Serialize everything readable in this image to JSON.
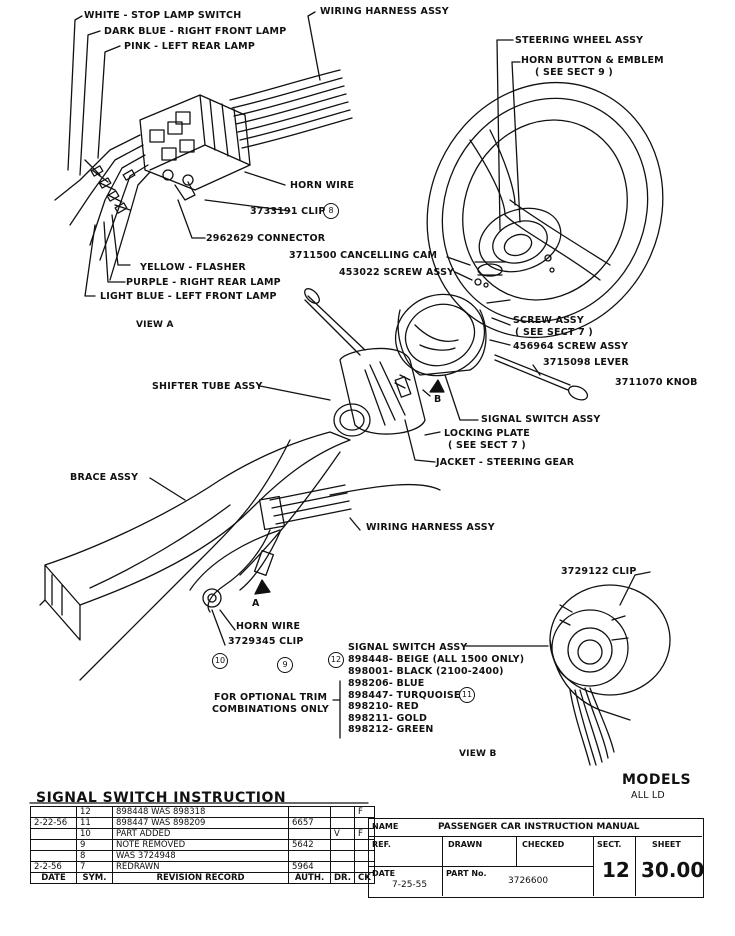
{
  "view_a": {
    "labels": {
      "white": "WHITE - STOP LAMP SWITCH",
      "dark_blue": "DARK BLUE - RIGHT FRONT LAMP",
      "pink": "PINK - LEFT REAR LAMP",
      "harness_top": "WIRING HARNESS ASSY",
      "horn_wire_top": "HORN WIRE",
      "clip_top": "3733191 CLIP",
      "clip_top_circle": "8",
      "connector": "2962629 CONNECTOR",
      "yellow": "YELLOW - FLASHER",
      "purple": "PURPLE - RIGHT REAR LAMP",
      "light_blue": "LIGHT BLUE - LEFT FRONT LAMP",
      "view": "VIEW A"
    }
  },
  "main": {
    "labels": {
      "steering_wheel": "STEERING WHEEL ASSY",
      "horn_button_1": "HORN BUTTON & EMBLEM",
      "horn_button_2": "( SEE SECT 9 )",
      "cancelling_cam": "3711500 CANCELLING CAM",
      "screw_453022": "453022 SCREW ASSY",
      "screw_assy": "SCREW ASSY",
      "screw_assy_ref": "( SEE SECT 7 )",
      "screw_456964": "456964 SCREW ASSY",
      "lever": "3715098 LEVER",
      "knob": "3711070 KNOB",
      "shifter": "SHIFTER TUBE ASSY",
      "signal_switch": "SIGNAL SWITCH ASSY",
      "locking_plate": "LOCKING PLATE",
      "locking_plate_ref": "( SEE SECT 7 )",
      "jacket": "JACKET - STEERING GEAR",
      "brace": "BRACE ASSY",
      "harness_mid": "WIRING HARNESS ASSY",
      "horn_wire_mid": "HORN WIRE",
      "clip_mid": "3729345 CLIP",
      "arrow_b": "B",
      "arrow_a": "A"
    },
    "circles": [
      "10",
      "9",
      "12",
      "11"
    ]
  },
  "signal_switch_list": {
    "title": "SIGNAL SWITCH ASSY",
    "items": [
      "898448- BEIGE (ALL 1500 ONLY)",
      "898001- BLACK (2100-2400)",
      "898206- BLUE",
      "898447- TURQUOISE",
      "898210- RED",
      "898211- GOLD",
      "898212- GREEN"
    ],
    "optional_1": "FOR OPTIONAL TRIM",
    "optional_2": "COMBINATIONS ONLY"
  },
  "view_b": {
    "clip": "3729122 CLIP",
    "view": "VIEW B"
  },
  "models": {
    "title": "MODELS",
    "value": "ALL LD"
  },
  "revision": {
    "title": "SIGNAL SWITCH INSTRUCTION",
    "rows": [
      {
        "date": "",
        "sym": "12",
        "record": "898448 WAS 898318",
        "auth": "",
        "dr": "",
        "ck": "F"
      },
      {
        "date": "2-22-56",
        "sym": "11",
        "record": "898447 WAS 898209",
        "auth": "6657",
        "dr": "",
        "ck": ""
      },
      {
        "date": "",
        "sym": "10",
        "record": "PART ADDED",
        "auth": "",
        "dr": "V",
        "ck": "F"
      },
      {
        "date": "",
        "sym": "9",
        "record": "NOTE REMOVED",
        "auth": "5642",
        "dr": "",
        "ck": ""
      },
      {
        "date": "",
        "sym": "8",
        "record": "WAS 3724948",
        "auth": "",
        "dr": "",
        "ck": ""
      },
      {
        "date": "2-2-56",
        "sym": "7",
        "record": "REDRAWN",
        "auth": "5964",
        "dr": "",
        "ck": ""
      }
    ],
    "header": {
      "date": "DATE",
      "sym": "SYM.",
      "record": "REVISION RECORD",
      "auth": "AUTH.",
      "dr": "DR.",
      "ck": "CK"
    }
  },
  "title_block": {
    "name_label": "NAME",
    "name_value": "PASSENGER CAR INSTRUCTION MANUAL",
    "ref_label": "REF.",
    "drawn_label": "DRAWN",
    "checked_label": "CHECKED",
    "sect_label": "SECT.",
    "sheet_label": "SHEET",
    "date_label": "DATE",
    "date_value": "7-25-55",
    "part_label": "PART No.",
    "part_value": "3726600",
    "sect_value": "12",
    "sheet_value": "30.00"
  }
}
